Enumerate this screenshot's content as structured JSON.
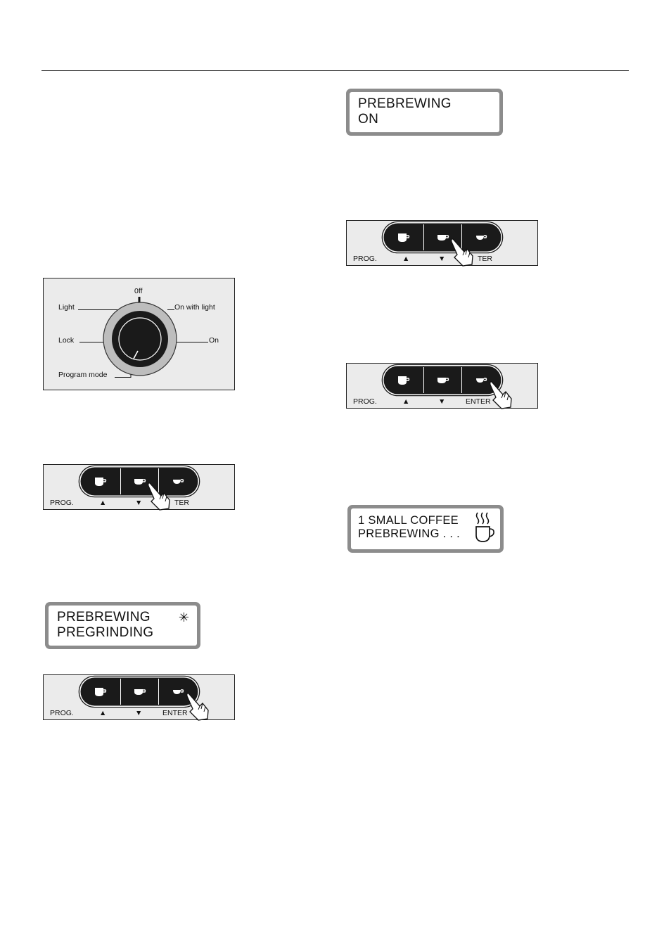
{
  "dial": {
    "off": "0ff",
    "light": "Light",
    "on_with_light": "On with light",
    "lock": "Lock",
    "on": "On",
    "program_mode": "Program mode"
  },
  "panel_labels": {
    "prog": "PROG.",
    "up": "▲",
    "down": "▼",
    "enter": "ENTER",
    "enter_partial": "TER"
  },
  "displays": {
    "prebrewing_on": {
      "line1": "PREBREWING",
      "line2": "ON"
    },
    "prebrewing_pregrinding": {
      "line1": "PREBREWING",
      "line2": "PREGRINDING",
      "cursor": "✳"
    },
    "small_coffee": {
      "line1": "1 SMALL COFFEE",
      "line2": "PREBREWING . . ."
    }
  },
  "icons": [
    "cup-large-icon",
    "cup-medium-icon",
    "cup-small-icon",
    "pointing-hand-icon",
    "steaming-cup-icon"
  ]
}
